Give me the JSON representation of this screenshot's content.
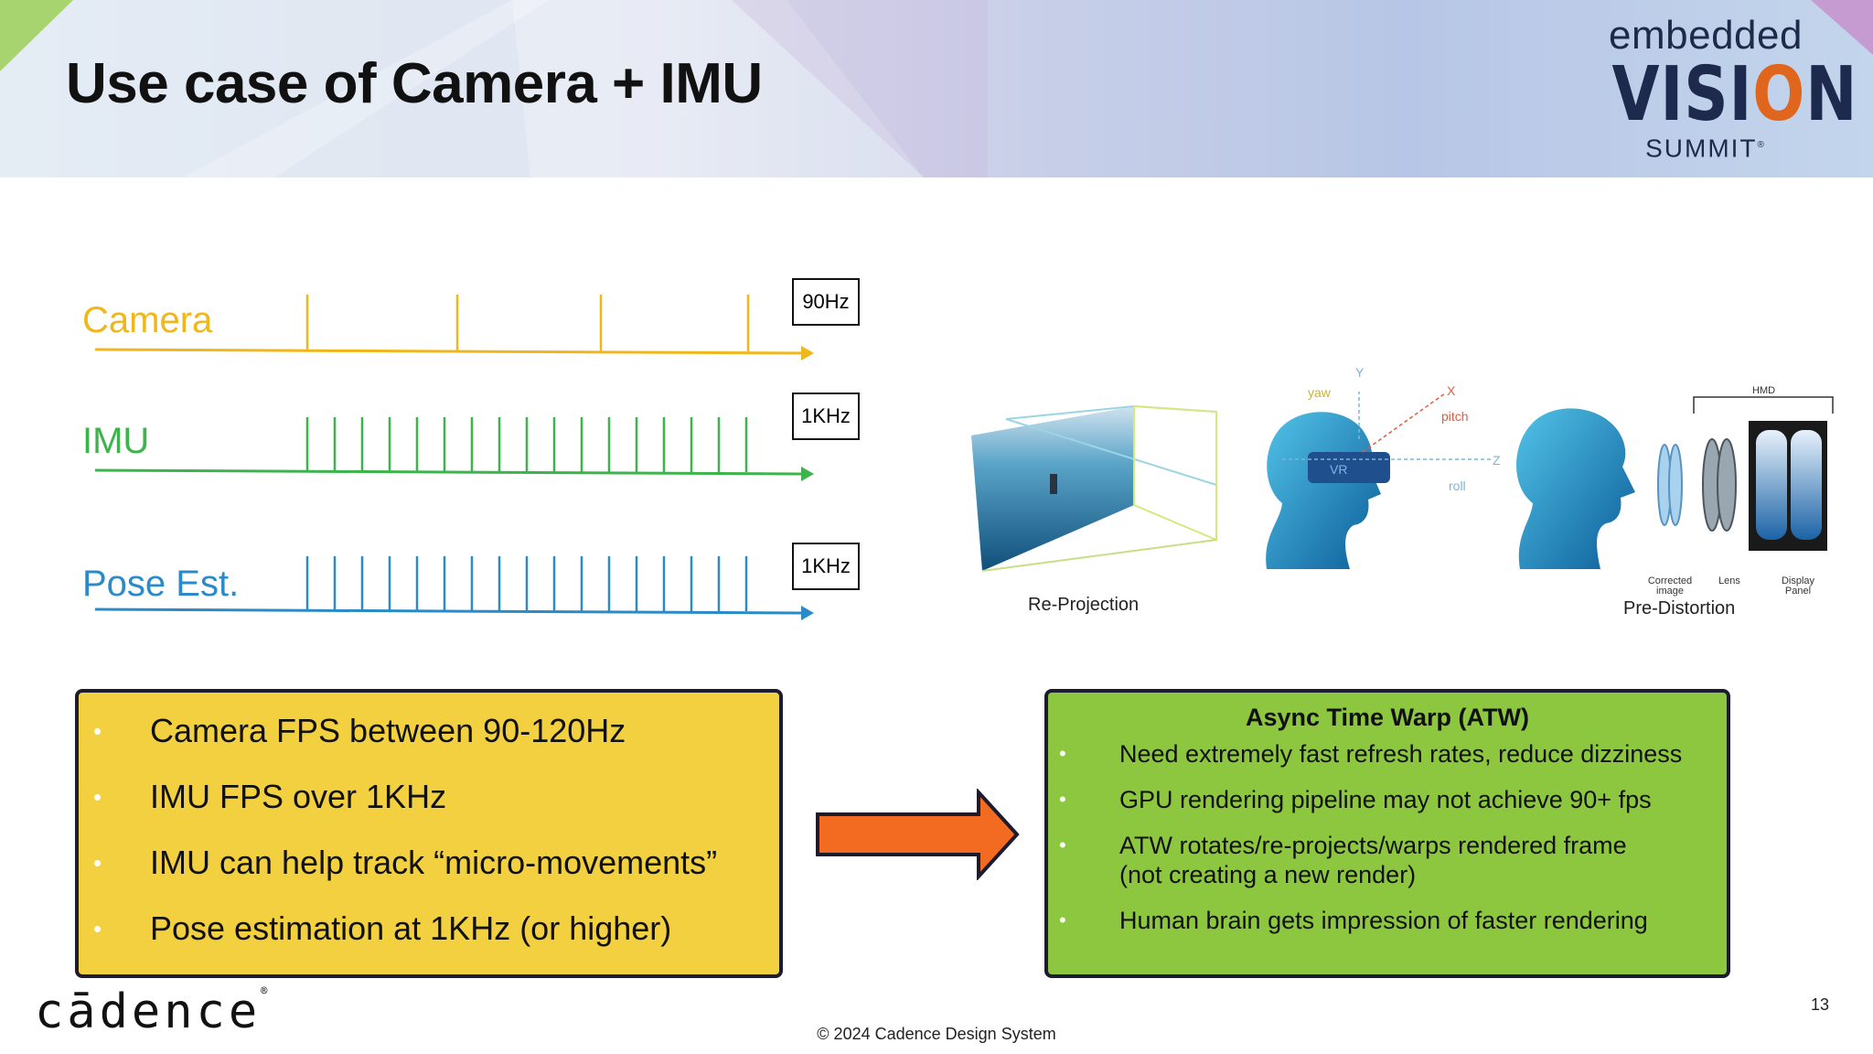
{
  "slide": {
    "title": "Use case of Camera + IMU",
    "page_number": "13",
    "copyright": "© 2024 Cadence Design System"
  },
  "logo": {
    "top": "embedded",
    "middle_left": "VISI",
    "middle_o": "O",
    "middle_right": "N",
    "bottom": "SUMMIT",
    "mark": "®"
  },
  "company": {
    "name": "cādence",
    "mark": "®"
  },
  "timing": {
    "signals": [
      {
        "name": "Camera",
        "rate": "90Hz",
        "color": "#f0b71c"
      },
      {
        "name": "IMU",
        "rate": "1KHz",
        "color": "#3cb44b"
      },
      {
        "name": "Pose Est.",
        "rate": "1KHz",
        "color": "#2b8ac8"
      }
    ]
  },
  "illustrations": {
    "reprojection_caption": "Re-Projection",
    "predistortion_caption": "Pre-Distortion",
    "axes": {
      "y": "Y",
      "yaw": "yaw",
      "x": "X",
      "pitch": "pitch",
      "z": "Z",
      "roll": "roll"
    },
    "hmd_label": "HMD",
    "vr_label": "VR",
    "parts": [
      "Corrected image",
      "Lens",
      "Display Panel"
    ]
  },
  "left_box": {
    "items": [
      "Camera FPS between 90-120Hz",
      "IMU FPS over 1KHz",
      "IMU can help track “micro-movements”",
      "Pose estimation at 1KHz (or higher)"
    ]
  },
  "right_box": {
    "title": "Async Time Warp (ATW)",
    "items": [
      "Need extremely fast refresh rates, reduce dizziness",
      "GPU rendering pipeline may not achieve 90+ fps",
      "ATW rotates/re-projects/warps rendered frame",
      "(not creating a new render)",
      "Human brain gets impression of faster rendering"
    ]
  },
  "colors": {
    "yellow_box": "#f2d03f",
    "green_box": "#8dc63f",
    "arrow": "#f26b21",
    "box_border": "#1c1c2e"
  }
}
